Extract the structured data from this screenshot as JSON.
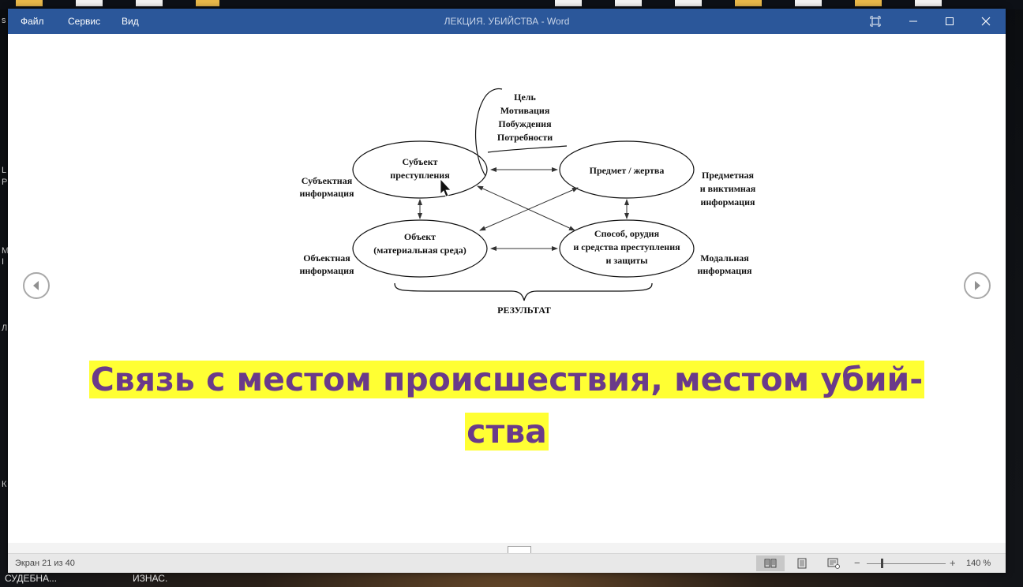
{
  "desktop": {
    "left_letters": [
      "s",
      "L",
      "P",
      "M",
      "I",
      "Л",
      "К"
    ],
    "taskbar_labels": [
      "СУДЕБНА...",
      "ИЗНАС."
    ]
  },
  "window": {
    "menu": [
      "Файл",
      "Сервис",
      "Вид"
    ],
    "title": "ЛЕКЦИЯ. УБИЙСТВА  -  Word",
    "accent": "#2b579a"
  },
  "diagram": {
    "motivation_lines": [
      "Цель",
      "Мотивация",
      "Побуждения",
      "Потребности"
    ],
    "nodes": {
      "subject": [
        "Субъект",
        "преступления"
      ],
      "victim": [
        "Предмет / жертва"
      ],
      "object": [
        "Объект",
        "(материальная среда)"
      ],
      "method": [
        "Способ, орудия",
        "и средства преступления",
        "и защиты"
      ]
    },
    "labels": {
      "subject_info": [
        "Субъектная",
        "информация"
      ],
      "victim_info": [
        "Предметная",
        "и виктимная",
        "информация"
      ],
      "object_info": [
        "Объектная",
        "информация"
      ],
      "modal_info": [
        "Модальная",
        "информация"
      ]
    },
    "result": "РЕЗУЛЬТАТ"
  },
  "slide": {
    "heading_line1": "Связь с местом происшествия, местом убий-",
    "heading_line2": "ства",
    "heading_color": "#6a3a8a",
    "highlight_color": "#ffff33"
  },
  "status": {
    "screen": "Экран 21 из 40",
    "zoom_minus": "−",
    "zoom_plus": "+",
    "zoom": "140 %"
  }
}
